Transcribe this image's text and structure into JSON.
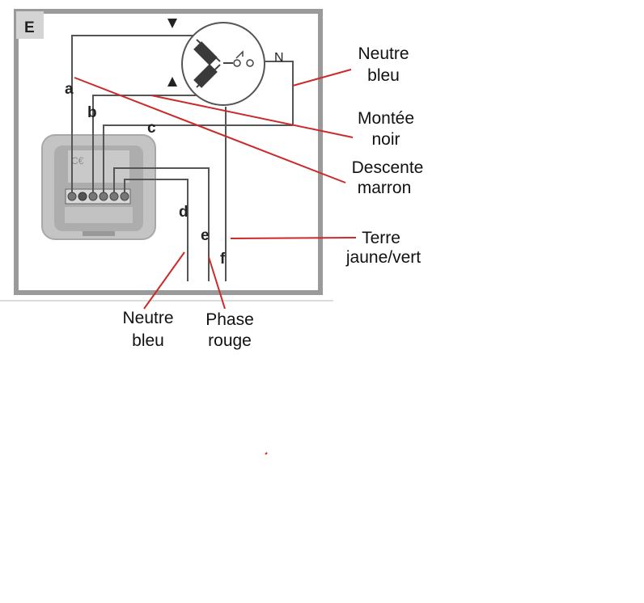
{
  "panel": {
    "corner_label": "E"
  },
  "wire_labels": {
    "a": "a",
    "b": "b",
    "c": "c",
    "d": "d",
    "e": "e",
    "f": "f",
    "n": "N"
  },
  "annotations": {
    "neutre_top": {
      "line1": "Neutre",
      "line2": "bleu"
    },
    "montee": {
      "line1": "Montée",
      "line2": "noir"
    },
    "descente": {
      "line1": "Descente",
      "line2": "marron"
    },
    "terre": {
      "line1": "Terre",
      "line2": "jaune/vert"
    },
    "neutre_bottom": {
      "line1": "Neutre",
      "line2": "bleu"
    },
    "phase": {
      "line1": "Phase",
      "line2": "rouge"
    }
  },
  "colors": {
    "annotation_line": "#cc2a2a",
    "frame": "#9a9a9a",
    "wire": "#555555"
  },
  "icons": {
    "ce_mark": "ce-mark-icon",
    "motor": "motor-icon",
    "arrow_down": "arrow-down-icon",
    "arrow_up": "arrow-up-icon"
  }
}
